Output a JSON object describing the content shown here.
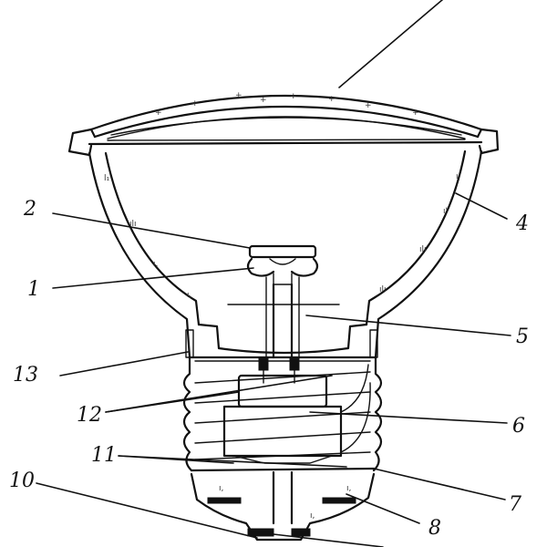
{
  "labels": {
    "l1": "1",
    "l2": "2",
    "l4": "4",
    "l5": "5",
    "l6": "6",
    "l7": "7",
    "l8": "8",
    "l10": "10",
    "l11": "11",
    "l12": "12",
    "l13": "13"
  }
}
